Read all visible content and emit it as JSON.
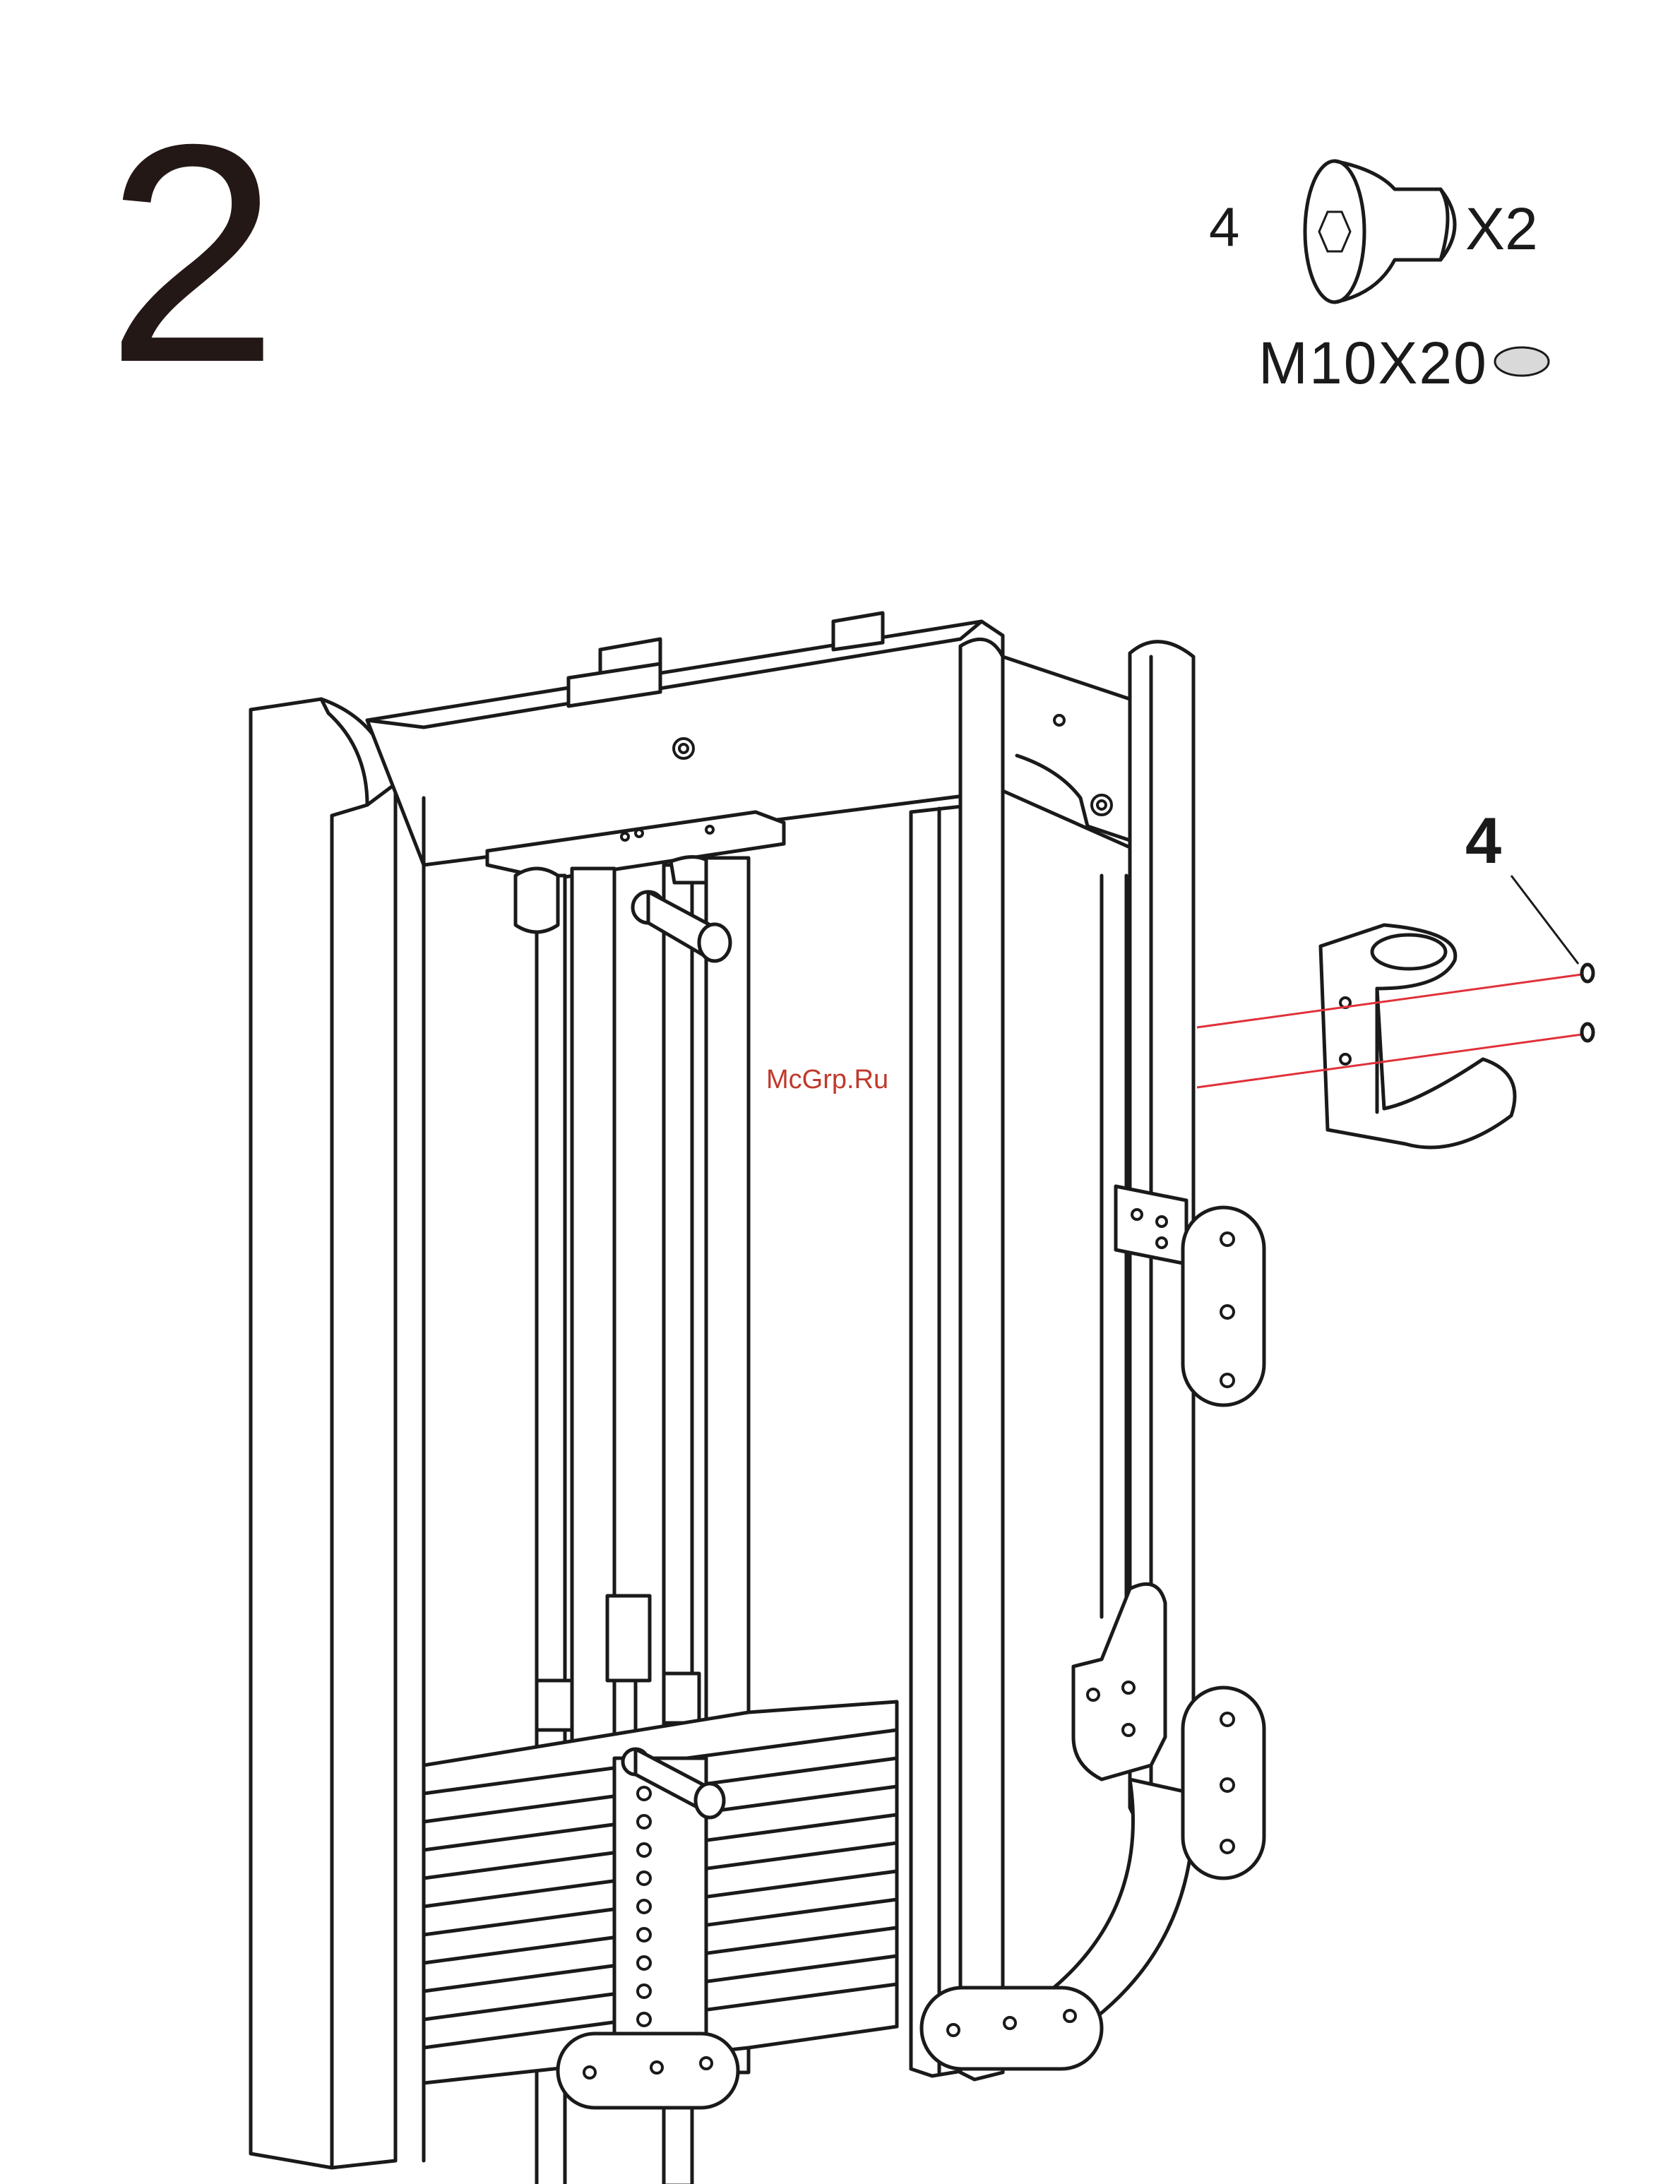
{
  "step": {
    "number": "2"
  },
  "hardware": {
    "part_number": "4",
    "quantity": "X2",
    "spec": "M10X20",
    "icon": "flat-head-hex-socket-bolt-icon",
    "washer_icon": "washer-icon"
  },
  "callout": {
    "label": "4"
  },
  "watermark": {
    "text": "McGrp.Ru"
  },
  "colors": {
    "ink": "#1a1a1a",
    "guide_lines": "#e0313a",
    "watermark": "#c0392b",
    "washer_fill": "#d9d9d9"
  }
}
